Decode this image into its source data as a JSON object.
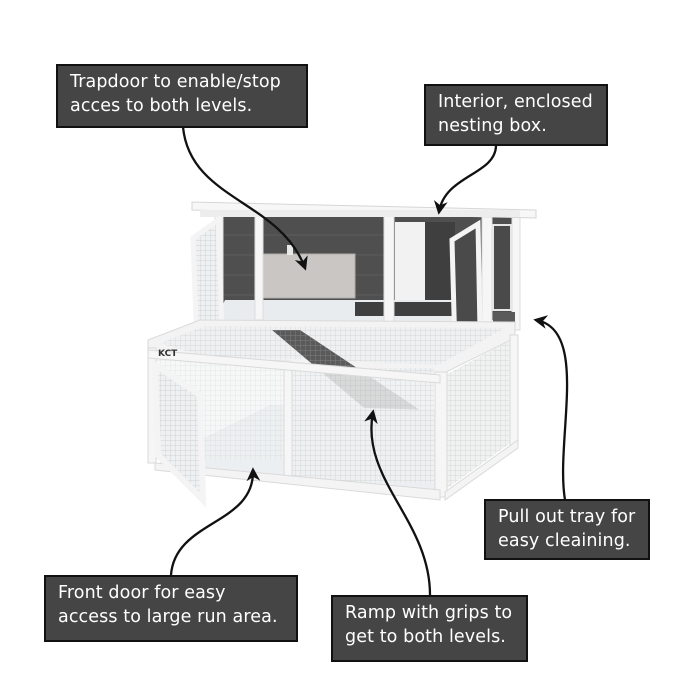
{
  "image": {
    "subject": "Two-level white wooden rabbit hutch with gray interior, wire mesh run, open doors",
    "brand_mark": "KCT",
    "background_color": "#ffffff"
  },
  "style": {
    "callout_bg": "#454545",
    "callout_border": "#111111",
    "callout_text": "#ffffff",
    "arrow_color": "#111111",
    "hutch_frame": "#f4f4f4",
    "hutch_interior": "#4f4f4f"
  },
  "callouts": [
    {
      "id": "trapdoor",
      "lines": [
        "Trapdoor to enable/stop",
        "acces to both levels."
      ]
    },
    {
      "id": "nesting-box",
      "lines": [
        "Interior, enclosed",
        "nesting box."
      ]
    },
    {
      "id": "pull-out-tray",
      "lines": [
        "Pull out tray for",
        "easy cleaining."
      ]
    },
    {
      "id": "front-door",
      "lines": [
        "Front door for easy",
        "access to large run area."
      ]
    },
    {
      "id": "ramp",
      "lines": [
        "Ramp with grips to",
        "get to both levels."
      ]
    }
  ]
}
